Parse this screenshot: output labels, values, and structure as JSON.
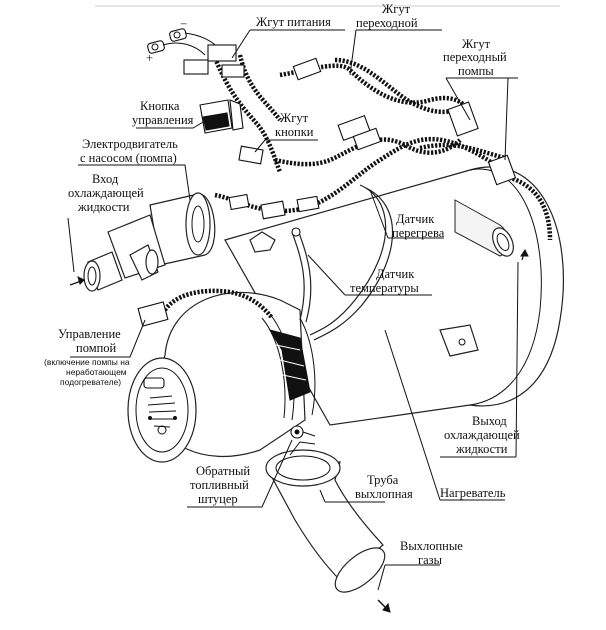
{
  "labels": {
    "power_harness": "Жгут питания",
    "transition_harness": [
      "Жгут",
      "переходной"
    ],
    "pump_transition_harness": [
      "Жгут",
      "переходный",
      "помпы"
    ],
    "control_button": [
      "Кнопка",
      "управления"
    ],
    "button_harness": [
      "Жгут",
      "кнопки"
    ],
    "motor_pump": [
      "Электродвигатель",
      "с насосом (помпа)"
    ],
    "coolant_inlet": [
      "Вход",
      "охлаждающей",
      "жидкости"
    ],
    "overheat_sensor": [
      "Датчик",
      "перегрева"
    ],
    "temperature_sensor": [
      "Датчик",
      "температуры"
    ],
    "pump_control": [
      "Управление",
      "помпой"
    ],
    "pump_control_note": [
      "(включение помпы на",
      "неработающем",
      "подогревателе)"
    ],
    "coolant_outlet": [
      "Выход",
      "охлаждающей",
      "жидкости"
    ],
    "return_fuel_fitting": [
      "Обратный",
      "топливный",
      "штуцер"
    ],
    "exhaust_pipe": [
      "Труба",
      "выхлопная"
    ],
    "heater": "Нагреватель",
    "exhaust_gases": [
      "Выхлопные",
      "газы"
    ],
    "plus_sign": "+",
    "minus_sign": "−"
  }
}
